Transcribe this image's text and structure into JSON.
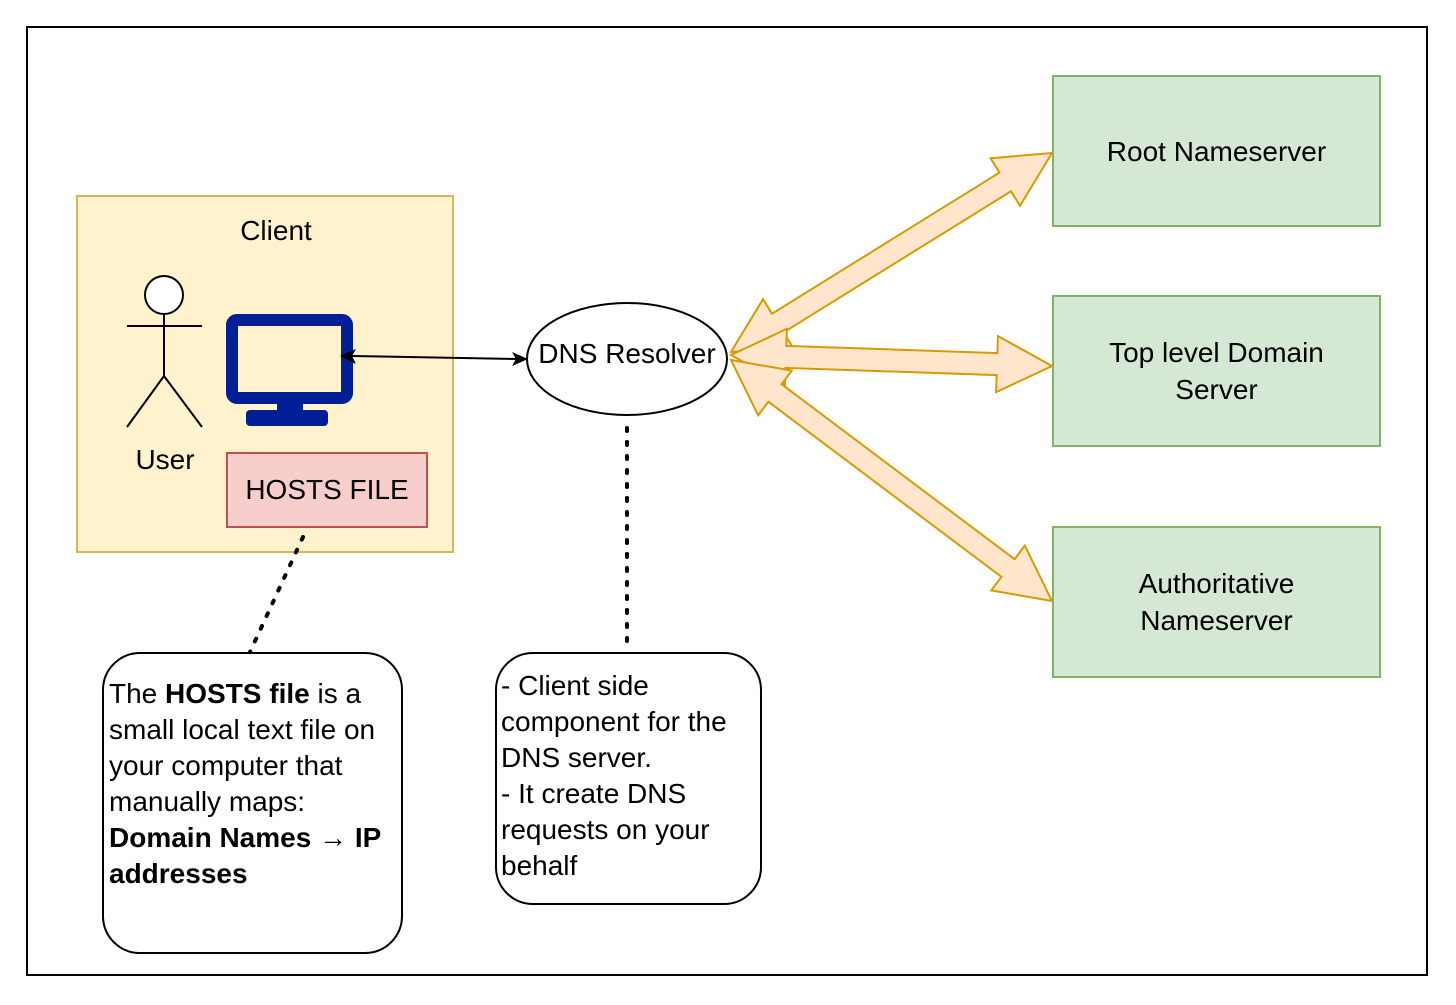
{
  "client": {
    "title": "Client",
    "user_label": "User",
    "hosts_file_label": "HOSTS FILE"
  },
  "resolver": {
    "label": "DNS Resolver"
  },
  "servers": {
    "root": "Root Nameserver",
    "tld_line1": "Top level Domain",
    "tld_line2": "Server",
    "auth_line1": "Authoritative",
    "auth_line2": "Nameserver"
  },
  "hosts_note": {
    "part1": "The ",
    "bold1": "HOSTS file",
    "part2": " is a small local text file on your computer that manually maps: ",
    "bold2": "Domain Names → IP addresses"
  },
  "resolver_note": {
    "line1": "- Client side component for the DNS server.",
    "line2": "- It create DNS requests on your behalf"
  },
  "colors": {
    "client_fill": "#fff2cc",
    "client_stroke": "#d6b656",
    "hosts_fill": "#f8cecc",
    "hosts_stroke": "#b85450",
    "server_fill": "#d5e8d4",
    "server_stroke": "#82b366",
    "arrow_fill": "#ffe6cc",
    "arrow_stroke": "#d79b00",
    "monitor": "#001e96"
  }
}
